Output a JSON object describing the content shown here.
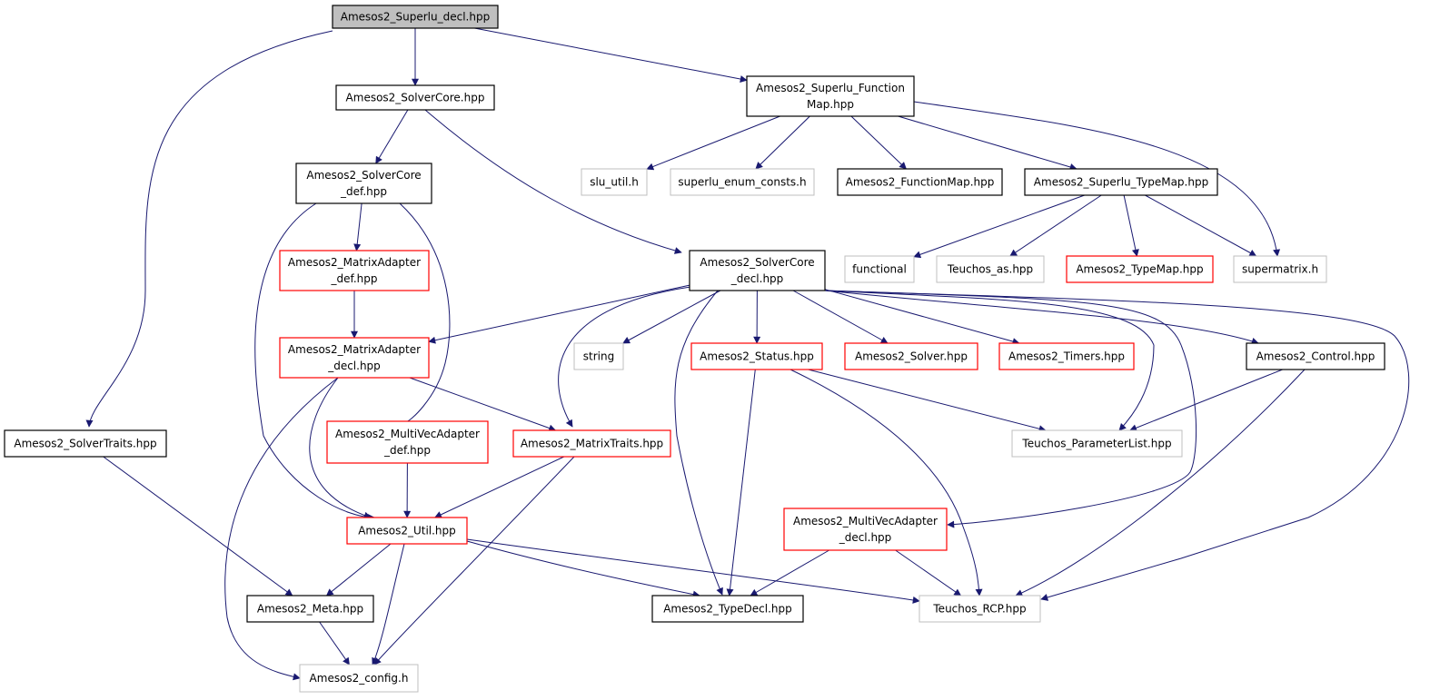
{
  "graph": {
    "nodes": [
      {
        "id": "root",
        "lines": [
          "Amesos2_Superlu_decl.hpp"
        ],
        "kind": "current"
      },
      {
        "id": "solvercore",
        "lines": [
          "Amesos2_SolverCore.hpp"
        ],
        "kind": "documented"
      },
      {
        "id": "superlu_functionmap",
        "lines": [
          "Amesos2_Superlu_Function",
          "Map.hpp"
        ],
        "kind": "documented"
      },
      {
        "id": "solvercore_def",
        "lines": [
          "Amesos2_SolverCore",
          "_def.hpp"
        ],
        "kind": "documented"
      },
      {
        "id": "slu_util",
        "lines": [
          "slu_util.h"
        ],
        "kind": "external"
      },
      {
        "id": "superlu_enum_consts",
        "lines": [
          "superlu_enum_consts.h"
        ],
        "kind": "external"
      },
      {
        "id": "functionmap",
        "lines": [
          "Amesos2_FunctionMap.hpp"
        ],
        "kind": "documented"
      },
      {
        "id": "superlu_typemap",
        "lines": [
          "Amesos2_Superlu_TypeMap.hpp"
        ],
        "kind": "documented"
      },
      {
        "id": "matrixadapter_def",
        "lines": [
          "Amesos2_MatrixAdapter",
          "_def.hpp"
        ],
        "kind": "truncated"
      },
      {
        "id": "solvercore_decl",
        "lines": [
          "Amesos2_SolverCore",
          "_decl.hpp"
        ],
        "kind": "documented"
      },
      {
        "id": "functional",
        "lines": [
          "functional"
        ],
        "kind": "external"
      },
      {
        "id": "teuchos_as",
        "lines": [
          "Teuchos_as.hpp"
        ],
        "kind": "external"
      },
      {
        "id": "typemap",
        "lines": [
          "Amesos2_TypeMap.hpp"
        ],
        "kind": "truncated"
      },
      {
        "id": "supermatrix",
        "lines": [
          "supermatrix.h"
        ],
        "kind": "external"
      },
      {
        "id": "matrixadapter_decl",
        "lines": [
          "Amesos2_MatrixAdapter",
          "_decl.hpp"
        ],
        "kind": "truncated"
      },
      {
        "id": "string",
        "lines": [
          "string"
        ],
        "kind": "external"
      },
      {
        "id": "status",
        "lines": [
          "Amesos2_Status.hpp"
        ],
        "kind": "truncated"
      },
      {
        "id": "solver",
        "lines": [
          "Amesos2_Solver.hpp"
        ],
        "kind": "truncated"
      },
      {
        "id": "timers",
        "lines": [
          "Amesos2_Timers.hpp"
        ],
        "kind": "truncated"
      },
      {
        "id": "control",
        "lines": [
          "Amesos2_Control.hpp"
        ],
        "kind": "documented"
      },
      {
        "id": "solvertraits",
        "lines": [
          "Amesos2_SolverTraits.hpp"
        ],
        "kind": "documented"
      },
      {
        "id": "multivecadapter_def",
        "lines": [
          "Amesos2_MultiVecAdapter",
          "_def.hpp"
        ],
        "kind": "truncated"
      },
      {
        "id": "matrixtraits",
        "lines": [
          "Amesos2_MatrixTraits.hpp"
        ],
        "kind": "truncated"
      },
      {
        "id": "parameterlist",
        "lines": [
          "Teuchos_ParameterList.hpp"
        ],
        "kind": "external"
      },
      {
        "id": "multivecadapter_decl",
        "lines": [
          "Amesos2_MultiVecAdapter",
          "_decl.hpp"
        ],
        "kind": "truncated"
      },
      {
        "id": "util",
        "lines": [
          "Amesos2_Util.hpp"
        ],
        "kind": "truncated"
      },
      {
        "id": "meta",
        "lines": [
          "Amesos2_Meta.hpp"
        ],
        "kind": "documented"
      },
      {
        "id": "typedecl",
        "lines": [
          "Amesos2_TypeDecl.hpp"
        ],
        "kind": "documented"
      },
      {
        "id": "teuchos_rcp",
        "lines": [
          "Teuchos_RCP.hpp"
        ],
        "kind": "external"
      },
      {
        "id": "config",
        "lines": [
          "Amesos2_config.h"
        ],
        "kind": "external"
      }
    ],
    "edges": [
      {
        "from": "root",
        "to": "solvercore"
      },
      {
        "from": "root",
        "to": "superlu_functionmap"
      },
      {
        "from": "root",
        "to": "solvertraits"
      },
      {
        "from": "solvercore",
        "to": "solvercore_def"
      },
      {
        "from": "solvercore",
        "to": "solvercore_decl"
      },
      {
        "from": "solvercore_def",
        "to": "matrixadapter_def"
      },
      {
        "from": "solvercore_def",
        "to": "multivecadapter_def"
      },
      {
        "from": "solvercore_def",
        "to": "util"
      },
      {
        "from": "matrixadapter_def",
        "to": "matrixadapter_decl"
      },
      {
        "from": "matrixadapter_decl",
        "to": "matrixtraits"
      },
      {
        "from": "matrixadapter_decl",
        "to": "util"
      },
      {
        "from": "matrixadapter_decl",
        "to": "config"
      },
      {
        "from": "multivecadapter_def",
        "to": "util"
      },
      {
        "from": "matrixtraits",
        "to": "util"
      },
      {
        "from": "matrixtraits",
        "to": "config"
      },
      {
        "from": "util",
        "to": "meta"
      },
      {
        "from": "util",
        "to": "config"
      },
      {
        "from": "util",
        "to": "typedecl"
      },
      {
        "from": "util",
        "to": "teuchos_rcp"
      },
      {
        "from": "meta",
        "to": "config"
      },
      {
        "from": "solvertraits",
        "to": "meta"
      },
      {
        "from": "superlu_functionmap",
        "to": "slu_util"
      },
      {
        "from": "superlu_functionmap",
        "to": "superlu_enum_consts"
      },
      {
        "from": "superlu_functionmap",
        "to": "functionmap"
      },
      {
        "from": "superlu_functionmap",
        "to": "superlu_typemap"
      },
      {
        "from": "superlu_functionmap",
        "to": "supermatrix"
      },
      {
        "from": "superlu_typemap",
        "to": "functional"
      },
      {
        "from": "superlu_typemap",
        "to": "teuchos_as"
      },
      {
        "from": "superlu_typemap",
        "to": "typemap"
      },
      {
        "from": "superlu_typemap",
        "to": "supermatrix"
      },
      {
        "from": "solvercore_decl",
        "to": "matrixadapter_decl"
      },
      {
        "from": "solvercore_decl",
        "to": "matrixtraits"
      },
      {
        "from": "solvercore_decl",
        "to": "string"
      },
      {
        "from": "solvercore_decl",
        "to": "typedecl"
      },
      {
        "from": "solvercore_decl",
        "to": "status"
      },
      {
        "from": "solvercore_decl",
        "to": "solver"
      },
      {
        "from": "solvercore_decl",
        "to": "timers"
      },
      {
        "from": "solvercore_decl",
        "to": "parameterlist"
      },
      {
        "from": "solvercore_decl",
        "to": "multivecadapter_decl"
      },
      {
        "from": "solvercore_decl",
        "to": "control"
      },
      {
        "from": "solvercore_decl",
        "to": "teuchos_rcp"
      },
      {
        "from": "status",
        "to": "typedecl"
      },
      {
        "from": "status",
        "to": "parameterlist"
      },
      {
        "from": "status",
        "to": "teuchos_rcp"
      },
      {
        "from": "control",
        "to": "parameterlist"
      },
      {
        "from": "control",
        "to": "teuchos_rcp"
      },
      {
        "from": "multivecadapter_decl",
        "to": "typedecl"
      },
      {
        "from": "multivecadapter_decl",
        "to": "teuchos_rcp"
      }
    ],
    "colors": {
      "edge": "#191970",
      "current_fill": "#bfbfbf",
      "current_border": "#000000",
      "documented_border": "#000000",
      "truncated_border": "#ff0000",
      "external_border": "#bfbfbf",
      "node_fill": "#ffffff",
      "text": "#000000"
    }
  }
}
